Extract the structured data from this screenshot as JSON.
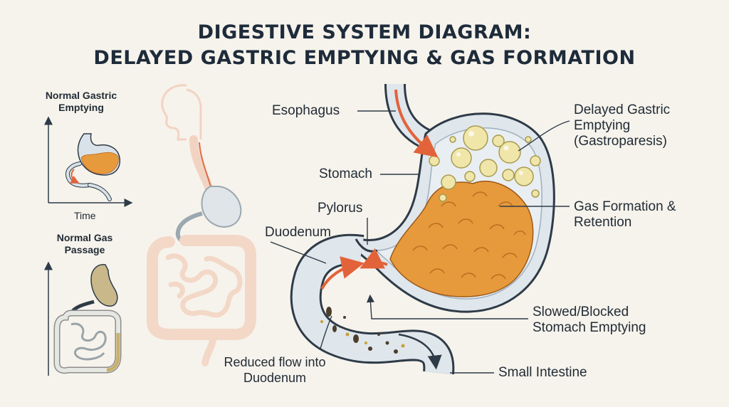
{
  "title": {
    "line1": "DIGESTIVE SYSTEM DIAGRAM:",
    "line2": "DELAYED GASTRIC EMPTYING & GAS FORMATION"
  },
  "insets": {
    "normal_emptying": {
      "title": "Normal Gastric Emptying",
      "x_axis_label": "Time"
    },
    "normal_gas": {
      "title": "Normal Gas Passage"
    }
  },
  "labels": {
    "esophagus": "Esophagus",
    "stomach": "Stomach",
    "pylorus": "Pylorus",
    "duodenum": "Duodenum",
    "reduced_flow": "Reduced flow into Duodenum",
    "delayed_emptying": "Delayed Gastric Emptying (Gastroparesis)",
    "gas_formation": "Gas Formation & Retention",
    "slowed_emptying": "Slowed/Blocked Stomach Emptying",
    "small_intestine": "Small Intestine"
  },
  "colors": {
    "outline": "#2e3b47",
    "food": "#e79a3c",
    "gas": "#efe4a6",
    "arrow": "#e2633a",
    "tube": "#dde6ec",
    "pale_anatomy": "#f4d8c8"
  }
}
